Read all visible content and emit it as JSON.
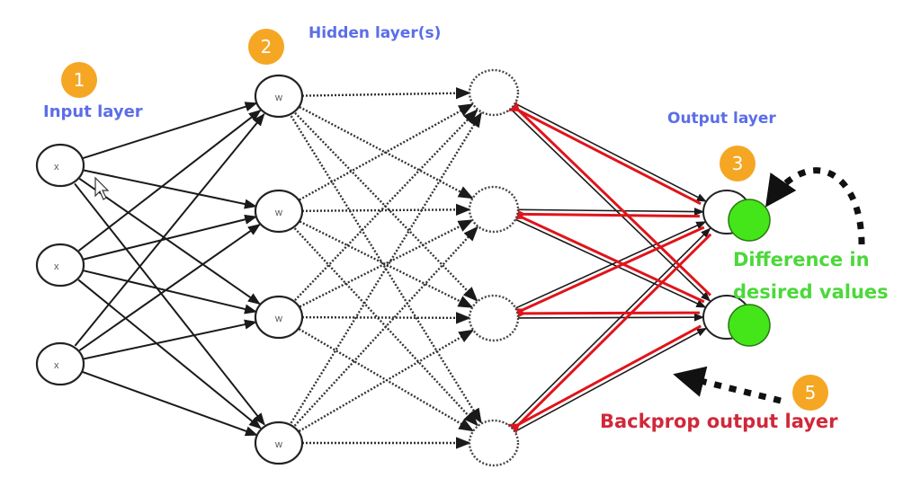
{
  "title": "Neural network backpropagation diagram",
  "colors": {
    "layer_label": "#5b6ee8",
    "badge": "#f5a623",
    "output_fill": "#44e61a",
    "difference_label": "#4cd83a",
    "backprop_arrow": "#e0141b",
    "backprop_label": "#d0283a",
    "edge": "#1a1a1a"
  },
  "labels": {
    "input_layer": "Input layer",
    "hidden_layers": "Hidden layer(s)",
    "output_layer": "Output layer",
    "difference_line1": "Difference in",
    "difference_line2": "desired values",
    "backprop_output": "Backprop output layer"
  },
  "badges": [
    {
      "number": "1",
      "target": "input_layer"
    },
    {
      "number": "2",
      "target": "first_hidden_layer"
    },
    {
      "number": "3",
      "target": "output_layer"
    },
    {
      "number": "5",
      "target": "backprop_output_layer"
    }
  ],
  "network": {
    "input_nodes": [
      "x",
      "x",
      "x"
    ],
    "hidden1_nodes": [
      "w",
      "w",
      "w",
      "w"
    ],
    "hidden2_nodes": [
      "",
      "",
      "",
      ""
    ],
    "output_nodes": [
      "",
      ""
    ]
  },
  "cursor": "mouse-pointer"
}
